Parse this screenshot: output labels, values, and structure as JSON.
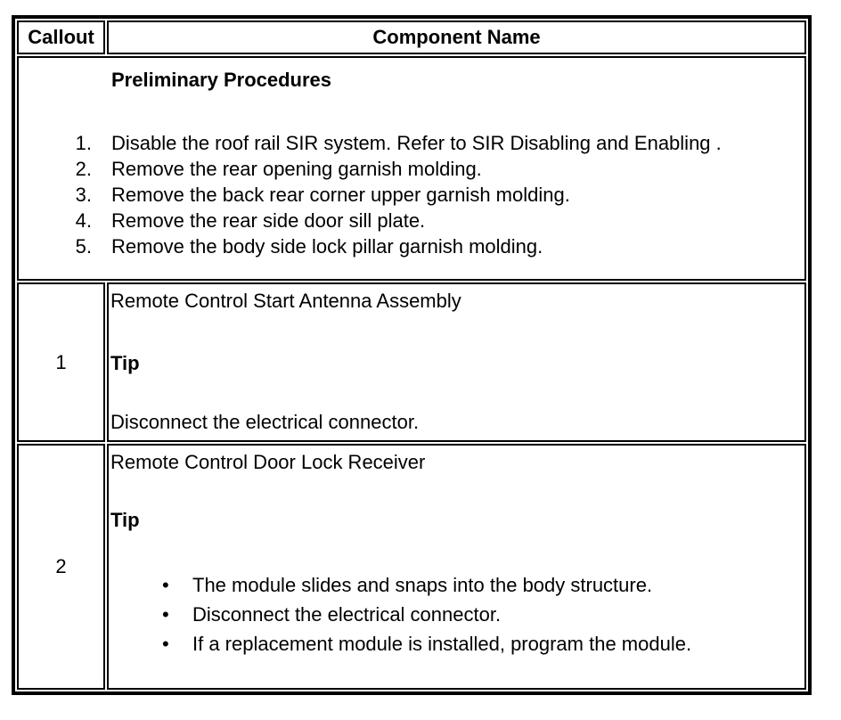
{
  "glyphs": {
    "bullet": "•"
  },
  "table": {
    "header": {
      "callout": "Callout",
      "component": "Component Name"
    },
    "preliminary": {
      "title": "Preliminary Procedures",
      "steps": [
        {
          "num": "1.",
          "text": "Disable the roof rail SIR system. Refer to SIR Disabling and Enabling ."
        },
        {
          "num": "2.",
          "text": "Remove the rear opening garnish molding."
        },
        {
          "num": "3.",
          "text": "Remove the back rear corner upper garnish molding."
        },
        {
          "num": "4.",
          "text": "Remove the rear side door sill plate."
        },
        {
          "num": "5.",
          "text": "Remove the body side lock pillar garnish molding."
        }
      ]
    },
    "rows": [
      {
        "callout": "1",
        "name": "Remote Control Start Antenna Assembly",
        "tip_label": "Tip",
        "note": "Disconnect the electrical connector."
      },
      {
        "callout": "2",
        "name": "Remote Control Door Lock Receiver",
        "tip_label": "Tip",
        "bullets": [
          "The module slides and snaps into the body structure.",
          "Disconnect the electrical connector.",
          "If a replacement module is installed, program the module."
        ]
      }
    ]
  },
  "colors": {
    "border": "#000000",
    "background": "#ffffff",
    "text": "#000000"
  }
}
